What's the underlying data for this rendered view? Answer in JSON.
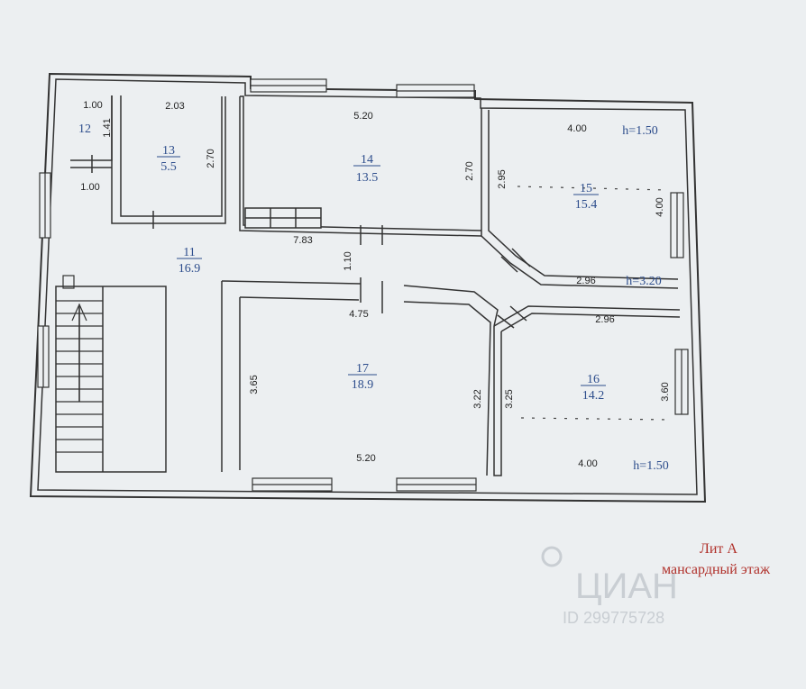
{
  "rooms": [
    {
      "number": "11",
      "area": "16.9"
    },
    {
      "number": "12",
      "area": ""
    },
    {
      "number": "13",
      "area": "5.5"
    },
    {
      "number": "14",
      "area": "13.5"
    },
    {
      "number": "15",
      "area": "15.4"
    },
    {
      "number": "16",
      "area": "14.2"
    },
    {
      "number": "17",
      "area": "18.9"
    }
  ],
  "dimensions": [
    "1.00",
    "1.41",
    "1.00",
    "2.03",
    "2.70",
    "5.20",
    "2.70",
    "7.83",
    "1.10",
    "4.75",
    "3.65",
    "3.22",
    "5.20",
    "2.95",
    "4.00",
    "4.00",
    "2.96",
    "2.96",
    "3.25",
    "3.60",
    "4.00"
  ],
  "heights": [
    "h=1.50",
    "h=3.20",
    "h=1.50"
  ],
  "caption": {
    "line1": "Лит А",
    "line2": "мансардный этаж"
  },
  "watermark": {
    "brand": "ЦИАН",
    "id": "ID 299775728"
  }
}
